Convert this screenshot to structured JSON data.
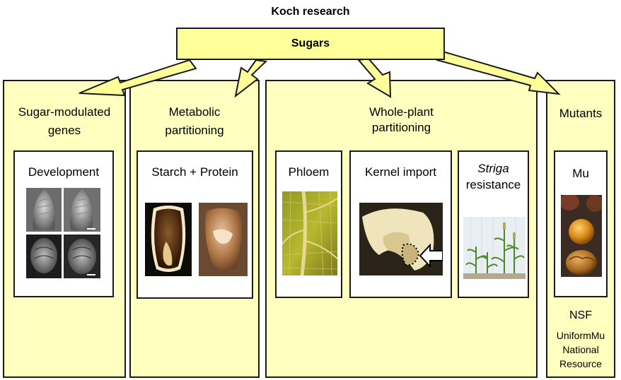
{
  "title": "Koch research",
  "center": {
    "label": "Sugars"
  },
  "panels": {
    "sugar_modulated": {
      "title_lines": [
        "Sugar-modulated",
        "genes"
      ],
      "card": {
        "label": "Development",
        "image": "sem-kernel-micrographs"
      }
    },
    "metabolic": {
      "title_lines": [
        "Metabolic",
        "partitioning"
      ],
      "card": {
        "label": "Starch + Protein",
        "image": "kernel-cross-sections"
      }
    },
    "whole_plant": {
      "title_lines": [
        "Whole-plant",
        "partitioning"
      ],
      "cards": [
        {
          "label": "Phloem",
          "image": "leaf-veins"
        },
        {
          "label": "Kernel import",
          "image": "kernel-base-with-arrow"
        },
        {
          "label_italic": "Striga",
          "label_rest": "resistance",
          "image": "corn-plants"
        }
      ]
    },
    "mutants": {
      "title": "Mutants",
      "card": {
        "label": "Mu",
        "image": "mutant-kernels"
      },
      "funding": "NSF",
      "resource_lines": [
        "UniformMu",
        "National",
        "Resource"
      ]
    }
  },
  "colors": {
    "panel_fill": "#ffffc0",
    "arrow_fill": "#ffff99",
    "sugars_fill": "#ffff99",
    "border": "#1a1a1a"
  }
}
